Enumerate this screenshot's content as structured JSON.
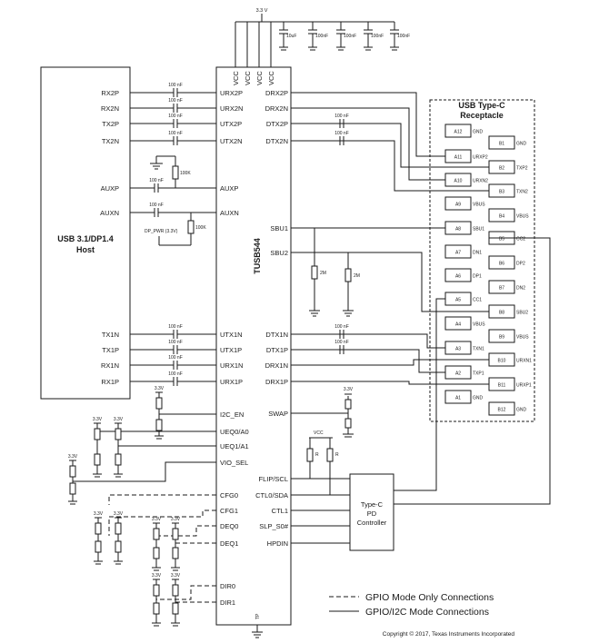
{
  "host": {
    "line1": "USB 3.1/DP1.4",
    "line2": "Host"
  },
  "ic": {
    "name": "TUSB544",
    "vcc": [
      "VCC",
      "VCC",
      "VCC",
      "VCC"
    ],
    "left_pins": [
      "URX2P",
      "URX2N",
      "UTX2P",
      "UTX2N",
      "AUXP",
      "AUXN",
      "UTX1N",
      "UTX1P",
      "URX1N",
      "URX1P",
      "I2C_EN",
      "UEQ0/A0",
      "UEQ1/A1",
      "VIO_SEL",
      "CFG0",
      "CFG1",
      "DEQ0",
      "DEQ1",
      "DIR0",
      "DIR1"
    ],
    "right_pins": [
      "DRX2P",
      "DRX2N",
      "DTX2P",
      "DTX2N",
      "SBU1",
      "SBU2",
      "DTX1N",
      "DTX1P",
      "DRX1N",
      "DRX1P",
      "SWAP",
      "FLIP/SCL",
      "CTL0/SDA",
      "CTL1",
      "SLP_S0#",
      "HPDIN"
    ],
    "tp": "TP"
  },
  "host_pins": [
    "RX2P",
    "RX2N",
    "TX2P",
    "TX2N",
    "AUXP",
    "AUXN",
    "TX1N",
    "TX1P",
    "RX1N",
    "RX1P"
  ],
  "cap_label": "100 nF",
  "supply": "3.3 V",
  "supply_caps": [
    "10uF",
    "100nF",
    "100nF",
    "100nF",
    "100nF"
  ],
  "rail": "3.3V",
  "vcc_label": "VCC",
  "res": {
    "aux_up": "100K",
    "aux_down": "100K",
    "sbu": "2M",
    "pullup": "R"
  },
  "dp_pwr": "DP_PWR (3.3V)",
  "receptacle": {
    "title1": "USB Type-C",
    "title2": "Receptacle",
    "a_pins": [
      [
        "A12",
        "GND"
      ],
      [
        "A11",
        "URXP2"
      ],
      [
        "A10",
        "URXN2"
      ],
      [
        "A9",
        "VBUS"
      ],
      [
        "A8",
        "SBU1"
      ],
      [
        "A7",
        "DN1"
      ],
      [
        "A6",
        "DP1"
      ],
      [
        "A5",
        "CC1"
      ],
      [
        "A4",
        "VBUS"
      ],
      [
        "A3",
        "TXN1"
      ],
      [
        "A2",
        "TXP1"
      ],
      [
        "A1",
        "GND"
      ]
    ],
    "b_pins": [
      [
        "B1",
        "GND"
      ],
      [
        "B2",
        "TXP2"
      ],
      [
        "B3",
        "TXN2"
      ],
      [
        "B4",
        "VBUS"
      ],
      [
        "B5",
        "CC2"
      ],
      [
        "B6",
        "DP2"
      ],
      [
        "B7",
        "DN2"
      ],
      [
        "B8",
        "SBU2"
      ],
      [
        "B9",
        "VBUS"
      ],
      [
        "B10",
        "URXN1"
      ],
      [
        "B11",
        "URXP1"
      ],
      [
        "B12",
        "GND"
      ]
    ]
  },
  "pd": {
    "line1": "Type-C",
    "line2": "PD",
    "line3": "Controller"
  },
  "legend": {
    "gpio": "GPIO Mode Only Connections",
    "gpio_i2c": "GPIO/I2C Mode Connections"
  },
  "copyright": "Copyright © 2017, Texas Instruments Incorporated"
}
